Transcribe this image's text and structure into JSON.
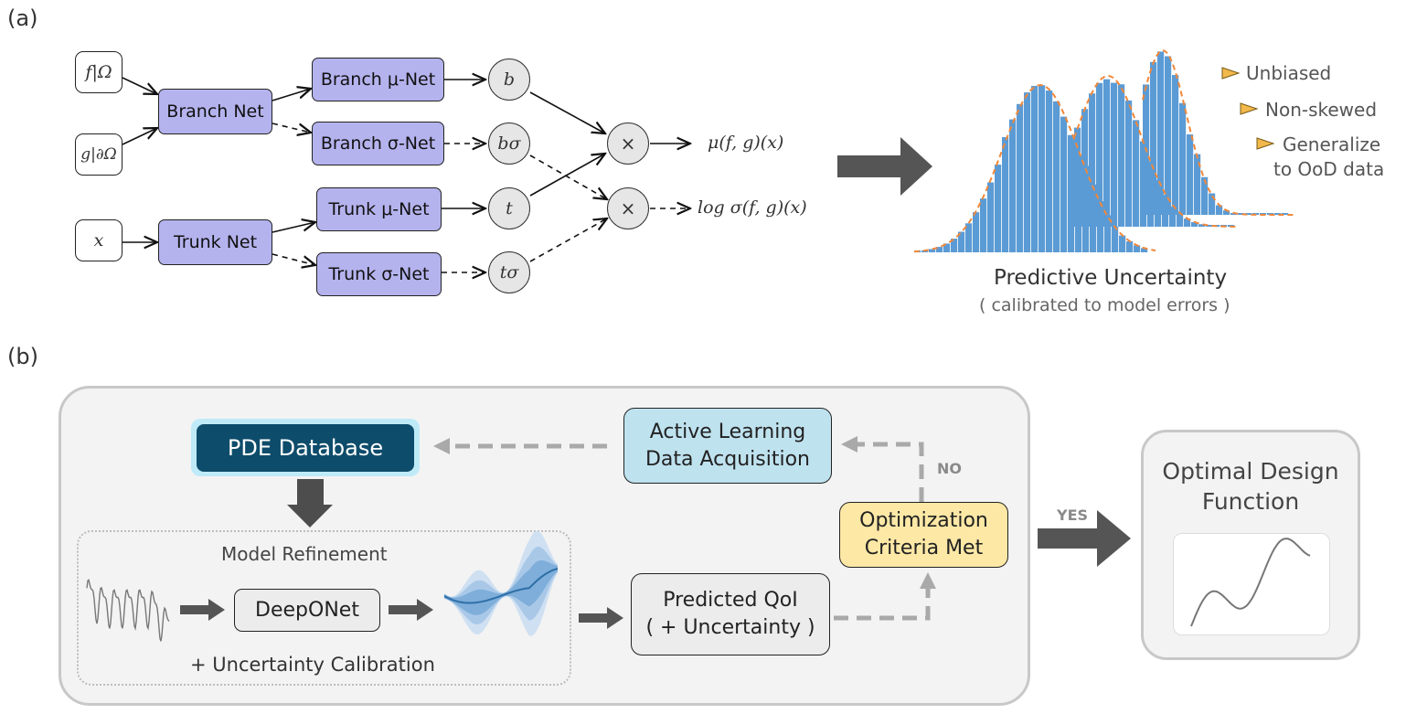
{
  "panel_a": {
    "label": "(a)",
    "inputs": {
      "f": "f|Ω",
      "g": "g|∂Ω",
      "x": "x"
    },
    "nets": {
      "branch": "Branch Net",
      "trunk": "Trunk Net",
      "branch_mu": "Branch μ-Net",
      "branch_sigma": "Branch σ-Net",
      "trunk_mu": "Trunk μ-Net",
      "trunk_sigma": "Trunk σ-Net"
    },
    "nodes": {
      "b": "b",
      "b_sigma": "bσ",
      "t": "t",
      "t_sigma": "tσ",
      "times1": "×",
      "times2": "×"
    },
    "outputs": {
      "mu": "μ(f, g)(x)",
      "log_sigma": "log σ(f, g)(x)"
    },
    "uncertainty": {
      "title": "Predictive Uncertainty",
      "subtitle": "( calibrated to model errors )",
      "properties": [
        "Unbiased",
        "Non-skewed",
        "Generalize",
        "to OoD data"
      ]
    },
    "colors": {
      "net_fill": "#b5b3ee",
      "hist": "#5b9bd5",
      "dashed_fit": "#f0883a",
      "bullet": "#f2b84b"
    }
  },
  "panel_b": {
    "label": "(b)",
    "pde_database": "PDE Database",
    "active_learning": [
      "Active Learning",
      "Data Acquisition"
    ],
    "no_label": "NO",
    "yes_label": "YES",
    "model_refinement": "Model Refinement",
    "deeponet": "DeepONet",
    "uncertainty_calibration": "+ Uncertainty Calibration",
    "predicted_qoi": [
      "Predicted QoI",
      "( + Uncertainty )"
    ],
    "optimization": [
      "Optimization",
      "Criteria Met"
    ],
    "optimal_design": [
      "Optimal Design",
      "Function"
    ],
    "colors": {
      "pde": "#0e4c6b",
      "active": "#bfe2ef",
      "opt": "#fde8a6"
    }
  }
}
